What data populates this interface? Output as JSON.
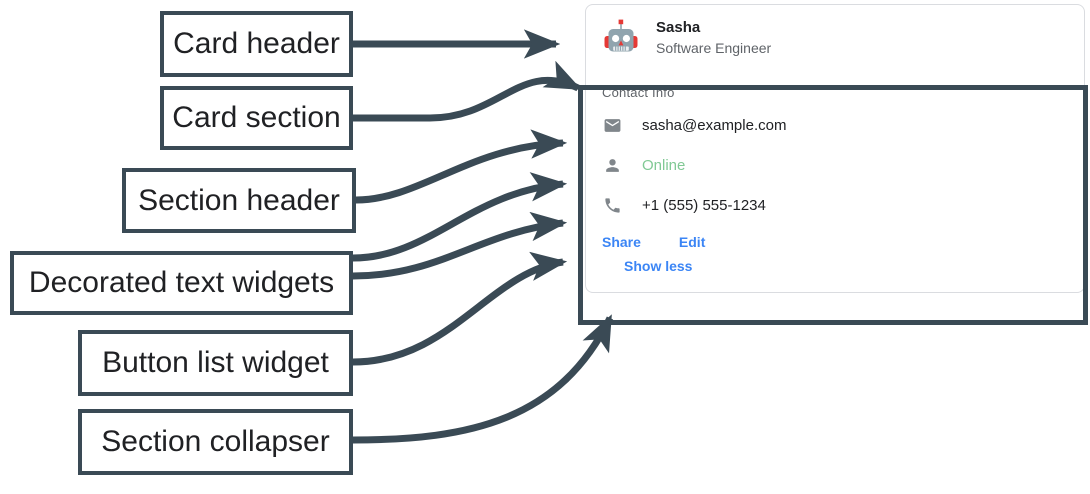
{
  "annotations": [
    {
      "id": "card-header",
      "label": "Card header"
    },
    {
      "id": "card-section",
      "label": "Card section"
    },
    {
      "id": "section-header",
      "label": "Section header"
    },
    {
      "id": "decorated-text",
      "label": "Decorated text widgets"
    },
    {
      "id": "button-list",
      "label": "Button list widget"
    },
    {
      "id": "section-collapser",
      "label": "Section collapser"
    }
  ],
  "card": {
    "header": {
      "avatar_icon": "robot-avatar-icon",
      "title": "Sasha",
      "subtitle": "Software Engineer"
    },
    "section": {
      "header": "Contact Info",
      "rows": [
        {
          "icon": "email-icon",
          "text": "sasha@example.com",
          "status": "normal"
        },
        {
          "icon": "person-icon",
          "text": "Online",
          "status": "online"
        },
        {
          "icon": "phone-icon",
          "text": "+1 (555) 555-1234",
          "status": "normal"
        }
      ],
      "buttons": [
        {
          "label": "Share"
        },
        {
          "label": "Edit"
        }
      ],
      "collapser": {
        "label": "Show less"
      }
    }
  },
  "colors": {
    "annotation_stroke": "#3a4a55",
    "link_blue": "#3b85f5",
    "status_green": "#81c995",
    "icon_gray": "#80868b",
    "secondary_text": "#5f6368",
    "card_border": "#dadce0"
  }
}
